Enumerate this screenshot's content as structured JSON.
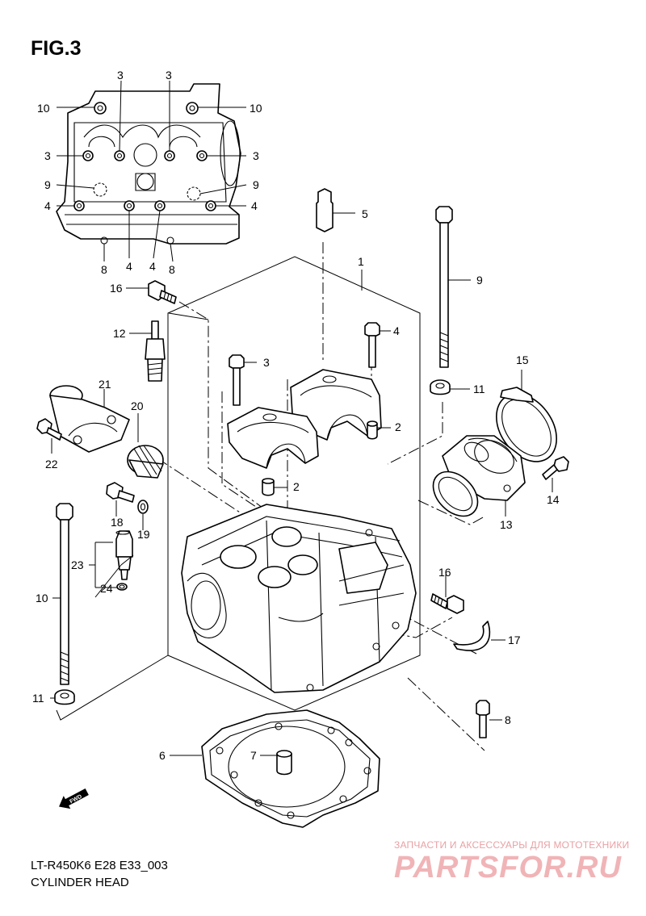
{
  "figure": {
    "title": "FIG.3"
  },
  "footer": {
    "code": "LT-R450K6 E28 E33_003",
    "caption": "CYLINDER HEAD"
  },
  "watermark": {
    "tagline": "ЗАПЧАСТИ И АКСЕССУАРЫ ДЛЯ МОТОТЕХНИКИ",
    "logo": "PARTSFOR.RU",
    "color": "#e9a0a4"
  },
  "direction_marker": {
    "label": "FWD",
    "icon": "fwd-arrow-icon"
  },
  "callouts": {
    "top_view": {
      "c3a": "3",
      "c3b": "3",
      "c10l": "10",
      "c10r": "10",
      "c3l": "3",
      "c3r": "3",
      "c9l": "9",
      "c9r": "9",
      "c4l": "4",
      "c4r": "4",
      "c8a": "8",
      "c4a": "4",
      "c4b": "4",
      "c8b": "8"
    },
    "main": {
      "c1": "1",
      "c5": "5",
      "c9": "9",
      "c16a": "16",
      "c12": "12",
      "c4": "4",
      "c3": "3",
      "c15": "15",
      "c11a": "11",
      "c21": "21",
      "c20": "20",
      "c2a": "2",
      "c2b": "2",
      "c22": "22",
      "c14": "14",
      "c13": "13",
      "c18": "18",
      "c19": "19",
      "c23": "23",
      "c24": "24",
      "c10": "10",
      "c16b": "16",
      "c17": "17",
      "c11b": "11",
      "c8": "8",
      "c6": "6",
      "c7": "7"
    }
  }
}
